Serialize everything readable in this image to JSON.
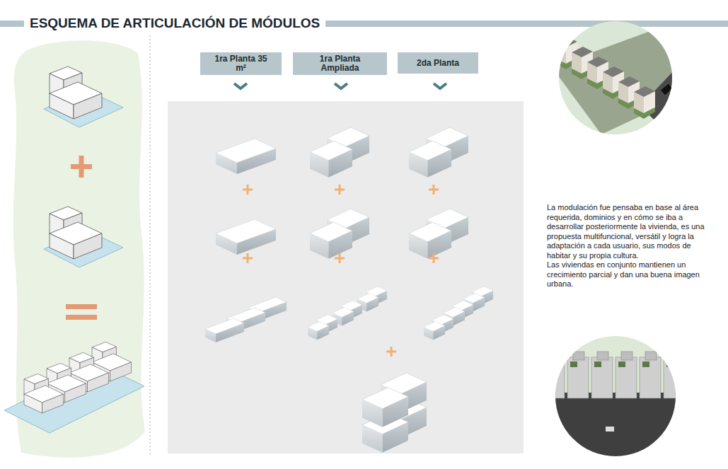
{
  "diagram": {
    "title": "ESQUEMA DE ARTICULACIÓN DE MÓDULOS",
    "nodes": [
      {
        "text": [
          "1ra Planta 35 m²"
        ]
      },
      {
        "text": [
          "1ra Planta Ampliada"
        ]
      },
      {
        "text": [
          "2da Planta"
        ]
      }
    ],
    "labels": [
      "La modulación fue pensaba en base al área requerida, dominios y en cómo se iba a desarrollar posteriormente la vivienda, es una propuesta multifuncional, versátil y logra la adaptación a cada usuario, sus modos de habitar y su propia cultura.",
      "Las viviendas en conjunto mantienen un crecimiento parcial y dan una buena imagen urbana."
    ]
  }
}
